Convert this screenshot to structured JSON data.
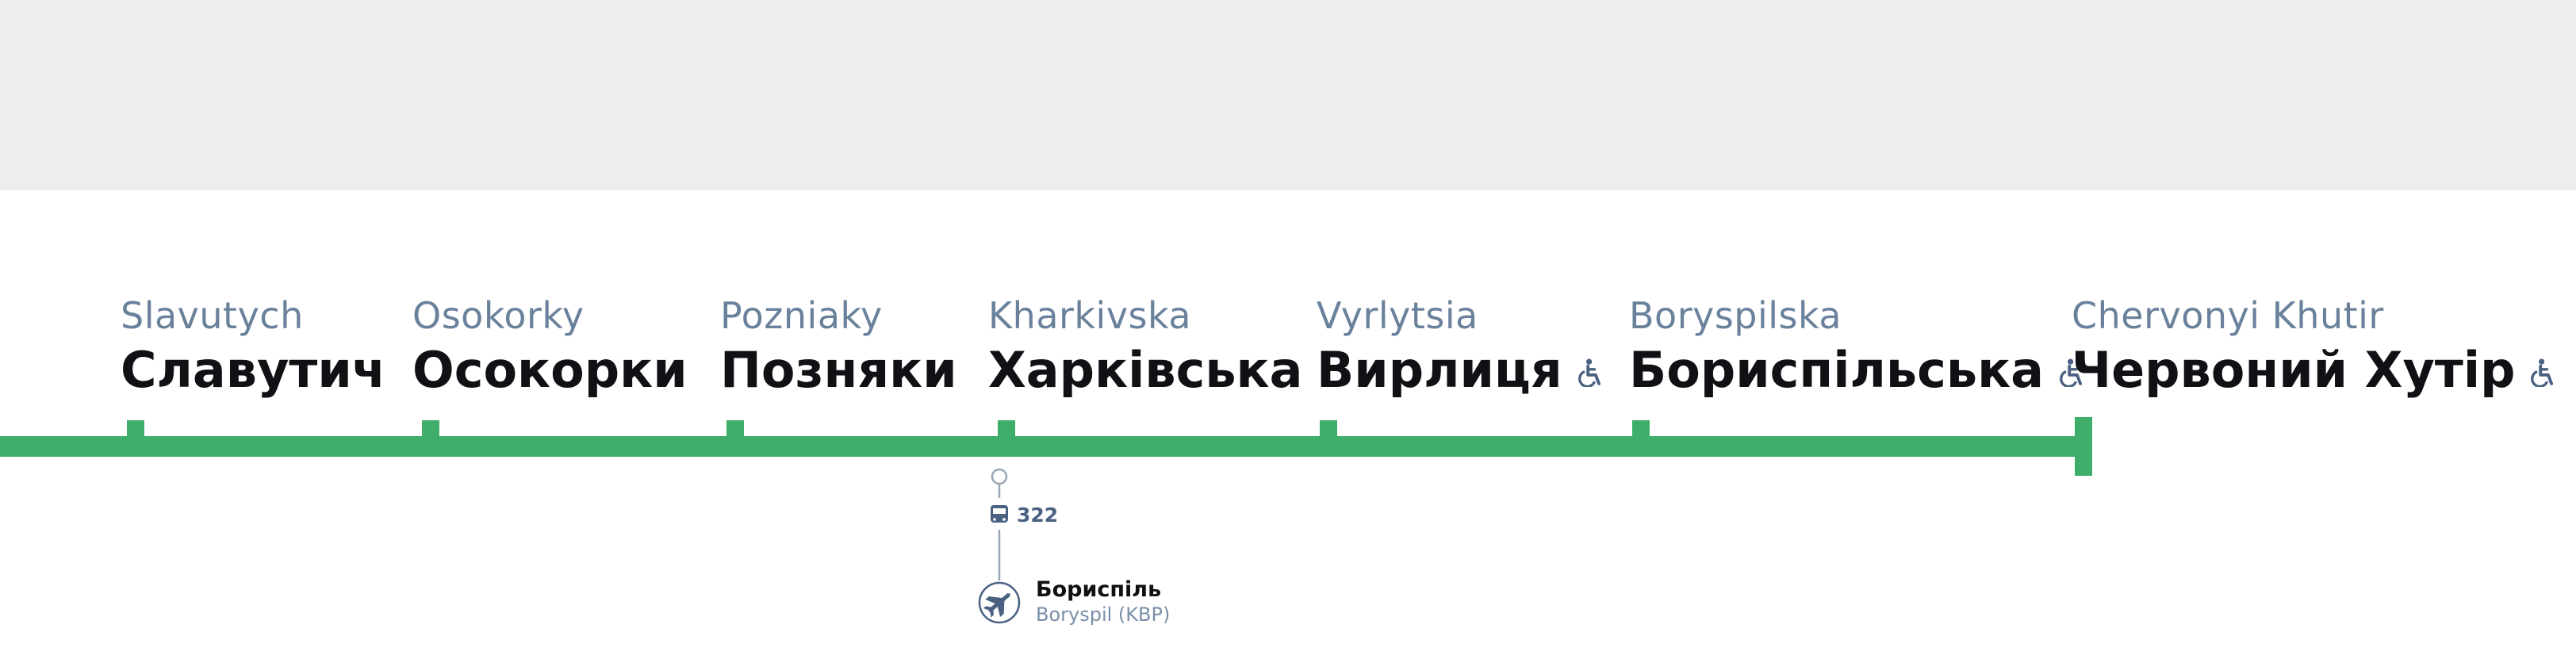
{
  "colors": {
    "line": "#3fae6a",
    "band": "#eceeed",
    "latin_text": "#6a819c",
    "cyrillic_text": "#0f1114",
    "transfer": "#4a6182"
  },
  "stations": [
    {
      "latin": "Slavutych",
      "cyrillic": "Славутич",
      "accessible": false
    },
    {
      "latin": "Osokorky",
      "cyrillic": "Осокорки",
      "accessible": false
    },
    {
      "latin": "Pozniaky",
      "cyrillic": "Позняки",
      "accessible": false
    },
    {
      "latin": "Kharkivska",
      "cyrillic": "Харківська",
      "accessible": false
    },
    {
      "latin": "Vyrlytsia",
      "cyrillic": "Вирлиця",
      "accessible": true,
      "icon": "wheelchair-icon"
    },
    {
      "latin": "Boryspilska",
      "cyrillic": "Бориспільська",
      "accessible": true,
      "icon": "wheelchair-icon"
    },
    {
      "latin": "Chervonyi Khutir",
      "cyrillic": "Червоний Хутір",
      "accessible": true,
      "icon": "wheelchair-icon",
      "terminus": true
    }
  ],
  "transfer": {
    "station": "Kharkivska",
    "bus_icon": "bus-icon",
    "bus_route": "322",
    "airport_icon": "airplane-icon",
    "airport_name": "Бориспіль",
    "airport_latin": "Boryspil (KBP)"
  }
}
